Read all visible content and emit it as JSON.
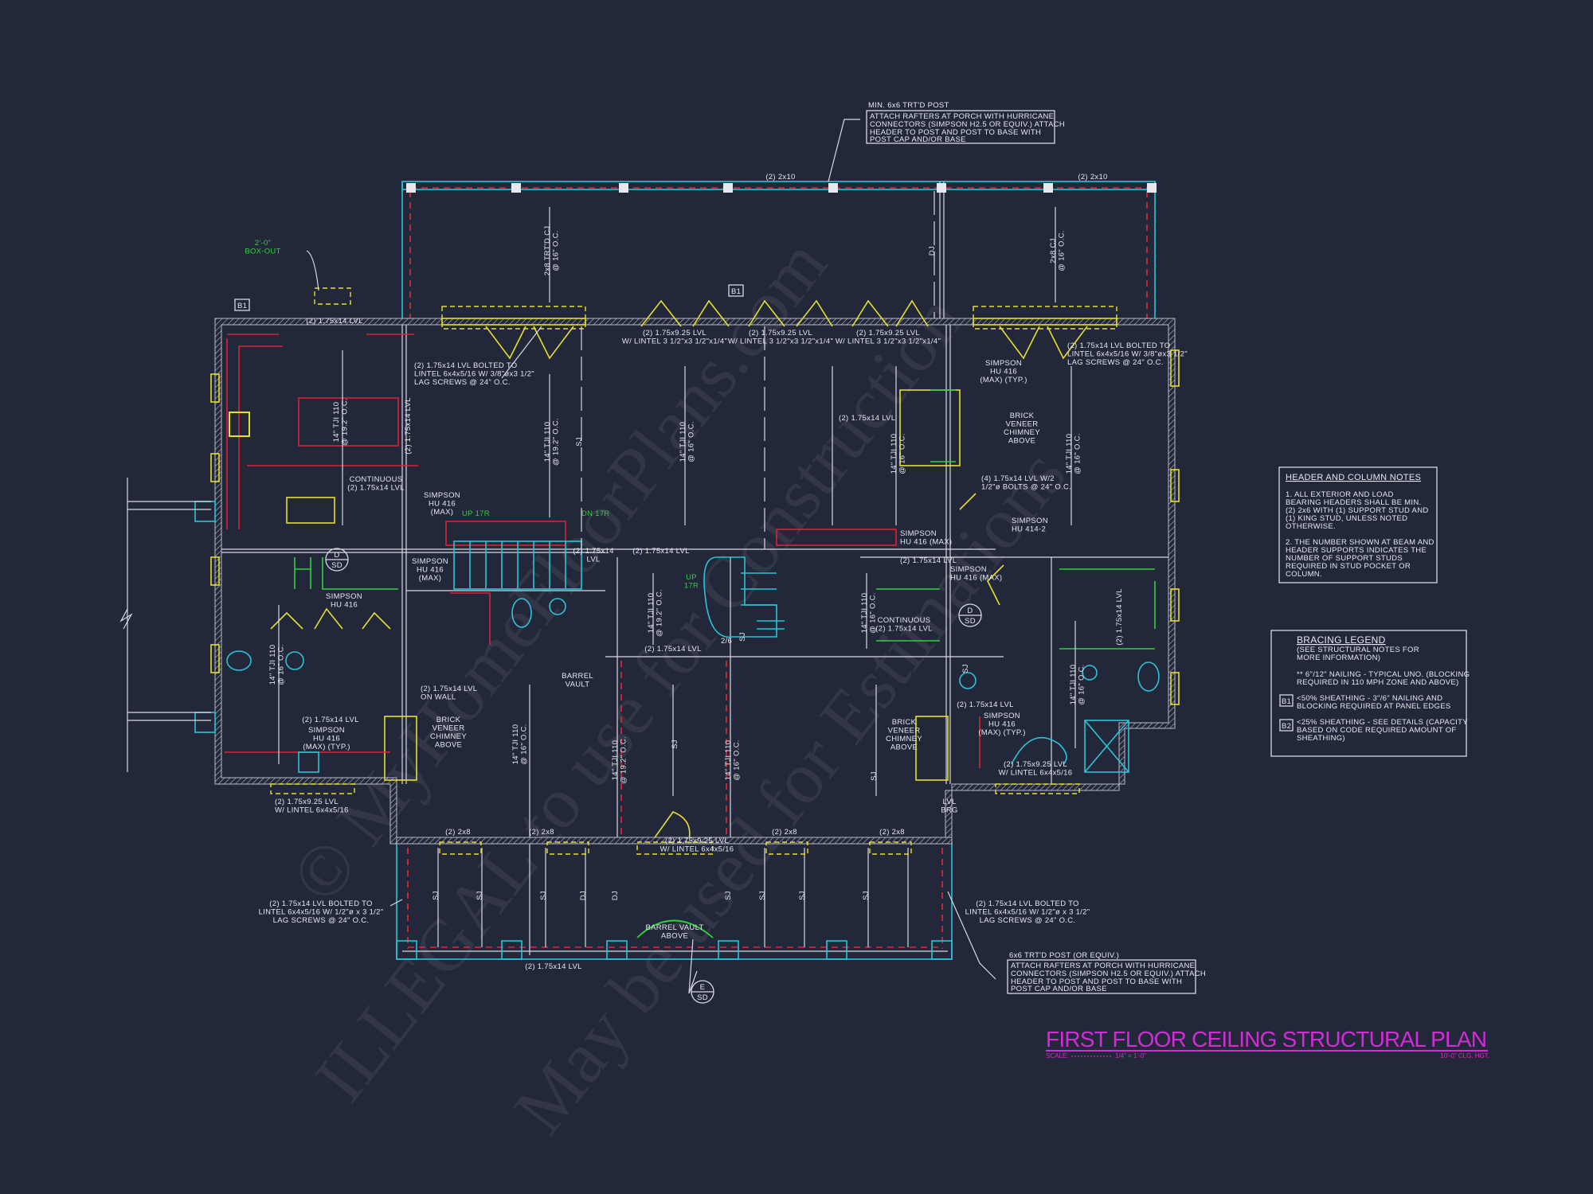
{
  "drawing": {
    "title": "FIRST FLOOR CEILING STRUCTURAL PLAN",
    "scale_label": "SCALE:",
    "scale_value": "1/4\" = 1'-0\"",
    "ceiling_height": "10'-0\" CLG. HGT.",
    "title_color": "#d42bd8",
    "background_color": "#23273a"
  },
  "watermark": {
    "lines": [
      "© MyHomeFloorPlans.com",
      "ILLEGAL to use for Construction",
      "May be used for Estimations"
    ]
  },
  "callouts": {
    "top": {
      "heading": "MIN. 6x6 TRT'D POST",
      "lines": [
        "ATTACH RAFTERS AT PORCH WITH HURRICANE",
        "CONNECTORS (SIMPSON H2.5 OR EQUIV.) ATTACH",
        "HEADER TO POST AND POST TO BASE WITH",
        "POST CAP AND/OR BASE"
      ]
    },
    "bottom": {
      "heading": "6x6 TRT'D POST (OR EQUIV.)",
      "lines": [
        "ATTACH RAFTERS AT PORCH WITH HURRICANE",
        "CONNECTORS (SIMPSON H2.5 OR EQUIV.) ATTACH",
        "HEADER TO POST AND POST TO BASE WITH",
        "POST CAP AND/OR BASE"
      ]
    }
  },
  "header_notes": {
    "title": "HEADER AND COLUMN NOTES",
    "lines": [
      "1. ALL EXTERIOR AND LOAD",
      "BEARING HEADERS SHALL BE MIN.",
      "(2) 2x6 WITH (1) SUPPORT STUD AND",
      "(1) KING STUD, UNLESS NOTED",
      "OTHERWISE.",
      "",
      "2. THE NUMBER SHOWN AT BEAM AND",
      "HEADER SUPPORTS INDICATES THE",
      "NUMBER OF SUPPORT STUDS",
      "REQUIRED IN STUD POCKET OR",
      "COLUMN."
    ]
  },
  "bracing_legend": {
    "title": "BRACING LEGEND",
    "subtitle": [
      "(SEE STRUCTURAL NOTES FOR",
      "MORE INFORMATION)"
    ],
    "typical": [
      "** 6\"/12\" NAILING - TYPICAL UNO. (BLOCKING",
      "REQUIRED IN 110 MPH ZONE AND ABOVE)"
    ],
    "items": [
      {
        "tag": "B1",
        "lines": [
          "<50% SHEATHING - 3\"/6\" NAILING AND",
          "BLOCKING REQUIRED AT PANEL EDGES"
        ]
      },
      {
        "tag": "B2",
        "lines": [
          "<25% SHEATHING - SEE DETAILS (CAPACITY",
          "BASED ON CODE REQUIRED AMOUNT OF",
          "SHEATHING)"
        ]
      }
    ]
  },
  "plan": {
    "bracing_tags": [
      "B1",
      "B1"
    ],
    "section_markers": [
      {
        "top": "D",
        "bottom": "SD"
      },
      {
        "top": "D",
        "bottom": "SD"
      },
      {
        "top": "E",
        "bottom": "SD"
      }
    ],
    "labels": [
      {
        "lines": [
          "2'-0\"",
          "BOX-OUT"
        ],
        "color": "#2fd23a"
      },
      {
        "lines": [
          "(2) 1.75x14 LVL"
        ]
      },
      {
        "lines": [
          "(2) 1.75x14 LVL BOLTED TO",
          "LINTEL 6x4x5/16 W/ 3/8\"øx3 1/2\"",
          "LAG SCREWS @ 24\" O.C."
        ]
      },
      {
        "lines": [
          "(2) 1.75x9.25 LVL",
          "W/ LINTEL 3 1/2\"x3 1/2\"x1/4\""
        ]
      },
      {
        "lines": [
          "(2) 1.75x9.25 LVL",
          "W/ LINTEL 3 1/2\"x3 1/2\"x1/4\""
        ]
      },
      {
        "lines": [
          "(2) 1.75x9.25 LVL",
          "W/ LINTEL 3 1/2\"x3 1/2\"x1/4\""
        ]
      },
      {
        "lines": [
          "(2) 1.75x14 LVL BOLTED TO",
          "LINTEL 6x4x5/16 W/ 3/8\"øx3 1/2\"",
          "LAG SCREWS @ 24\" O.C."
        ]
      },
      {
        "lines": [
          "SIMPSON",
          "HU 416",
          "(MAX) (TYP.)"
        ]
      },
      {
        "lines": [
          "(2) 1.75x14 LVL"
        ]
      },
      {
        "lines": [
          "BRICK",
          "VENEER",
          "CHIMNEY",
          "ABOVE"
        ]
      },
      {
        "lines": [
          "(4) 1.75x14 LVL W/2",
          "1/2\"ø BOLTS @ 24\" O.C."
        ]
      },
      {
        "lines": [
          "CONTINUOUS",
          "(2) 1.75x14 LVL"
        ]
      },
      {
        "lines": [
          "SIMPSON",
          "HU 416",
          "(MAX)"
        ]
      },
      {
        "lines": [
          "SIMPSON",
          "HU 416",
          "(MAX)"
        ]
      },
      {
        "lines": [
          "SIMPSON",
          "HU 416"
        ]
      },
      {
        "lines": [
          "UP 17R"
        ],
        "color": "#2fd23a"
      },
      {
        "lines": [
          "DN 17R"
        ],
        "color": "#2fd23a"
      },
      {
        "lines": [
          "UP",
          "17R"
        ],
        "color": "#2fd23a"
      },
      {
        "lines": [
          "(2) 1.75x14",
          "LVL"
        ]
      },
      {
        "lines": [
          "(2) 1.75x14 LVL"
        ]
      },
      {
        "lines": [
          "(2) 1.75x14 LVL"
        ]
      },
      {
        "lines": [
          "2/6"
        ]
      },
      {
        "lines": [
          "BARREL",
          "VAULT"
        ]
      },
      {
        "lines": [
          "(2) 1.75x14 LVL",
          "ON WALL"
        ]
      },
      {
        "lines": [
          "(2) 1.75x14 LVL"
        ]
      },
      {
        "lines": [
          "SIMPSON",
          "HU 416",
          "(MAX) (TYP.)"
        ]
      },
      {
        "lines": [
          "BRICK",
          "VENEER",
          "CHIMNEY",
          "ABOVE"
        ]
      },
      {
        "lines": [
          "(2) 1.75x9.25 LVL",
          "W/ LINTEL 6x4x5/16"
        ]
      },
      {
        "lines": [
          "(2) 2x8"
        ]
      },
      {
        "lines": [
          "(2) 2x8"
        ]
      },
      {
        "lines": [
          "(2) 2x8"
        ]
      },
      {
        "lines": [
          "(2) 2x8"
        ]
      },
      {
        "lines": [
          "(2) 1.75x9.25 LVL",
          "W/ LINTEL 6x4x5/16"
        ]
      },
      {
        "lines": [
          "(2) 1.75x14 LVL BOLTED TO",
          "LINTEL 6x4x5/16 W/ 1/2\"ø x 3 1/2\"",
          "LAG SCREWS @ 24\" O.C."
        ]
      },
      {
        "lines": [
          "BARREL VAULT",
          "ABOVE"
        ]
      },
      {
        "lines": [
          "(2) 1.75x14 LVL"
        ]
      },
      {
        "lines": [
          "(2) 1.75x14 LVL BOLTED TO",
          "LINTEL 6x4x5/16 W/ 1/2\"ø x 3 1/2\"",
          "LAG SCREWS @ 24\" O.C."
        ]
      },
      {
        "lines": [
          "SIMPSON",
          "HU 416 (MAX)"
        ]
      },
      {
        "lines": [
          "(2) 1.75x14 LVL"
        ]
      },
      {
        "lines": [
          "SIMPSON",
          "HU 416 (MAX)"
        ]
      },
      {
        "lines": [
          "SIMPSON",
          "HU 414-2"
        ]
      },
      {
        "lines": [
          "CONTINUOUS",
          "(2) 1.75x14 LVL"
        ]
      },
      {
        "lines": [
          "(2) 1.75x14 LVL"
        ]
      },
      {
        "lines": [
          "SIMPSON",
          "HU 416",
          "(MAX) (TYP.)"
        ]
      },
      {
        "lines": [
          "BRICK",
          "VENEER",
          "CHIMNEY",
          "ABOVE"
        ]
      },
      {
        "lines": [
          "(2) 1.75x9.25 LVL",
          "W/ LINTEL 6x4x5/16"
        ]
      },
      {
        "lines": [
          "LVL",
          "BRG"
        ]
      },
      {
        "lines": [
          "(2) 2x10"
        ]
      },
      {
        "lines": [
          "(2) 2x10"
        ]
      },
      {
        "lines": [
          "2x8 TRT'D CJ",
          "@ 16\" O.C."
        ]
      },
      {
        "lines": [
          "2x8 CJ",
          "@ 16\" O.C."
        ]
      },
      {
        "lines": [
          "DJ"
        ]
      },
      {
        "lines": [
          "14\" TJI 110",
          "@ 19.2\" O.C."
        ]
      },
      {
        "lines": [
          "(2) 1.75x14 LVL"
        ]
      },
      {
        "lines": [
          "14\" TJI 110",
          "@ 19.2\" O.C."
        ]
      },
      {
        "lines": [
          "SJ"
        ]
      },
      {
        "lines": [
          "14\" TJI 110",
          "@ 16\" O.C."
        ]
      },
      {
        "lines": [
          "14\" TJI 110",
          "@ 16\" O.C."
        ]
      },
      {
        "lines": [
          "14\" TJI 110",
          "@ 16\" O.C."
        ]
      },
      {
        "lines": [
          "14\" TJI 110",
          "@ 16\" O.C."
        ]
      },
      {
        "lines": [
          "14\" TJI 110",
          "@ 19.2\" O.C."
        ]
      },
      {
        "lines": [
          "SJ"
        ]
      },
      {
        "lines": [
          "14\" TJI 110",
          "@ 16\" O.C."
        ]
      },
      {
        "lines": [
          "(2) 1.75x14 LVL"
        ]
      },
      {
        "lines": [
          "14\" TJI 110",
          "@ 16\" O.C."
        ]
      },
      {
        "lines": [
          "14\" TJI 110",
          "@ 16\" O.C."
        ]
      },
      {
        "lines": [
          "SJ"
        ]
      },
      {
        "lines": [
          "14\" TJI 110",
          "@ 19.2\" O.C."
        ]
      },
      {
        "lines": [
          "SJ"
        ]
      },
      {
        "lines": [
          "14\" TJI 110",
          "@ 16\" O.C."
        ]
      },
      {
        "lines": [
          "SJ"
        ]
      },
      {
        "lines": [
          "SJ"
        ]
      },
      {
        "lines": [
          "SJ"
        ]
      },
      {
        "lines": [
          "SJ"
        ]
      },
      {
        "lines": [
          "DJ"
        ]
      },
      {
        "lines": [
          "DJ"
        ]
      },
      {
        "lines": [
          "SJ"
        ]
      },
      {
        "lines": [
          "SJ"
        ]
      },
      {
        "lines": [
          "SJ"
        ]
      },
      {
        "lines": [
          "SJ"
        ]
      }
    ]
  }
}
